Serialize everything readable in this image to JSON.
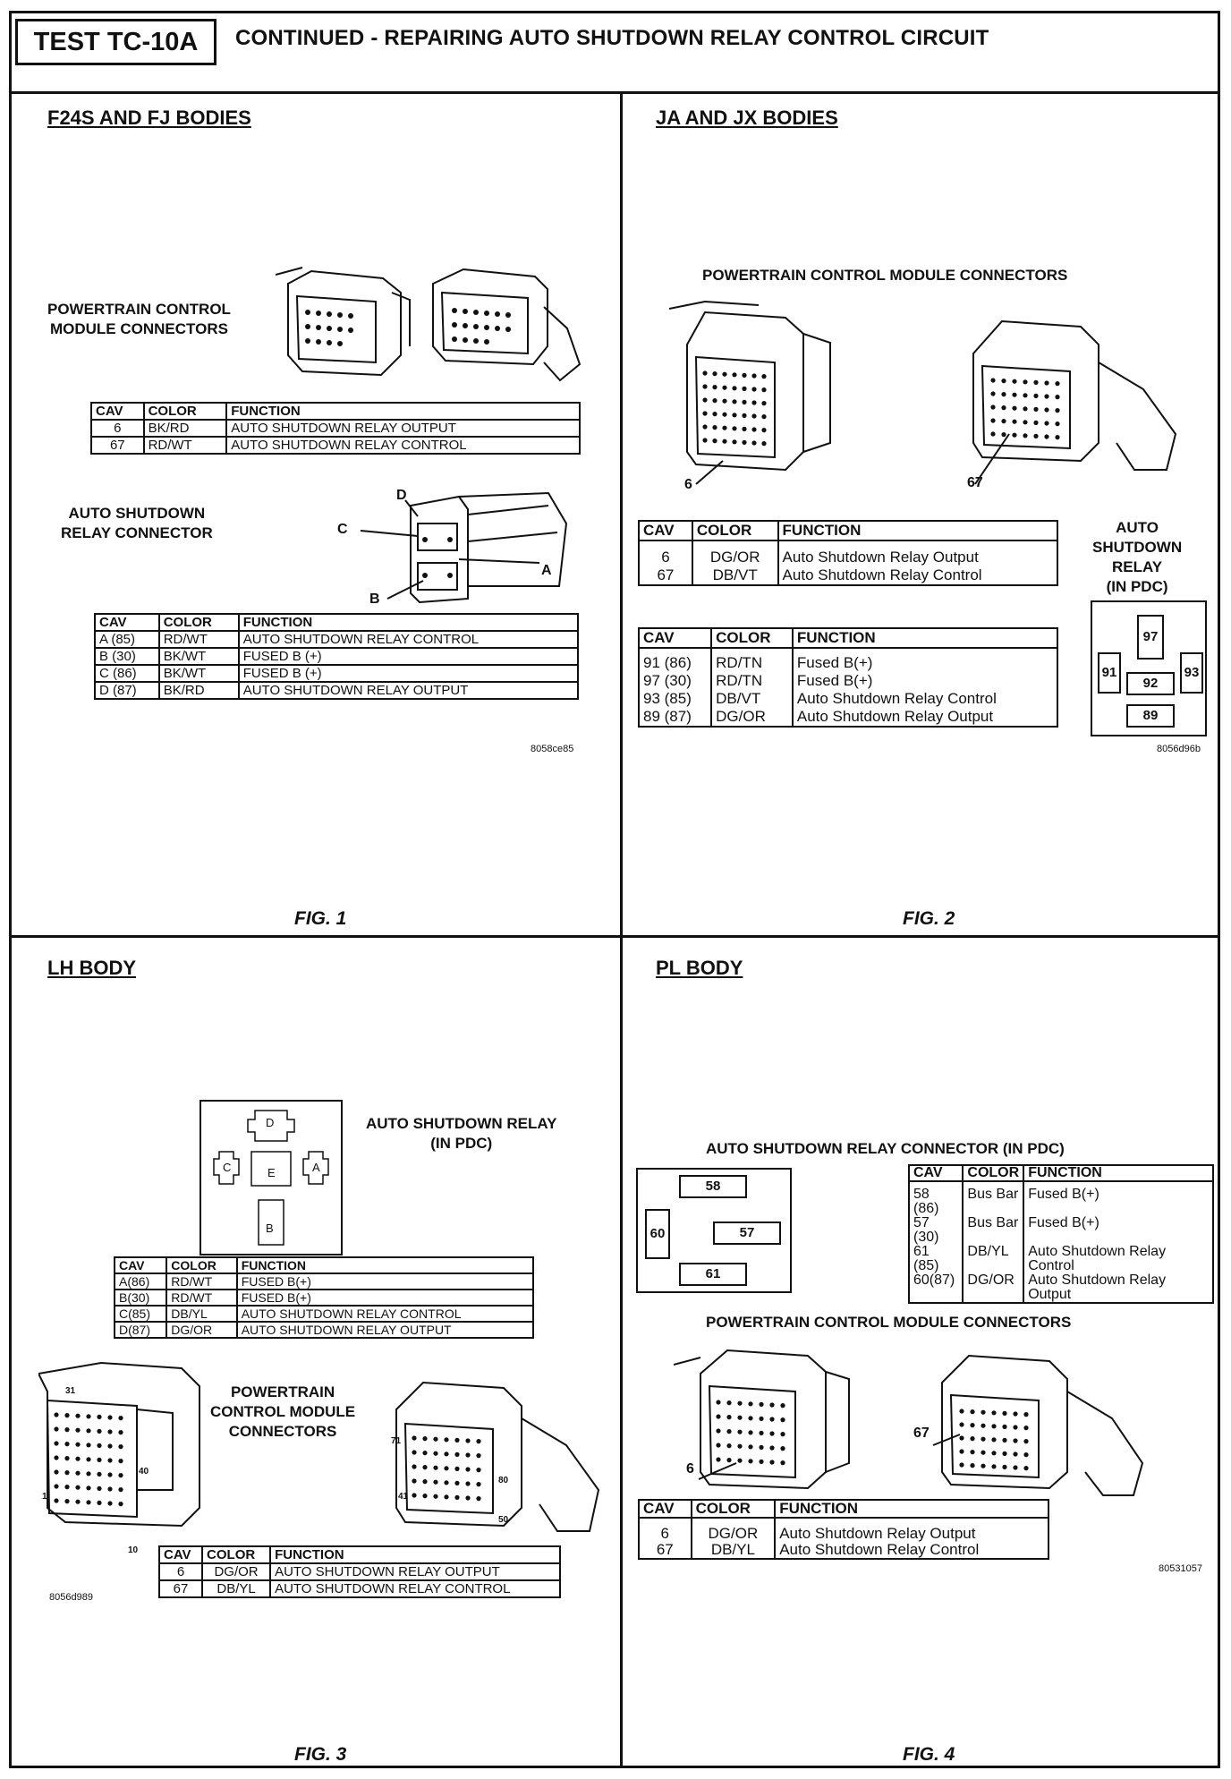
{
  "header": {
    "test_id": "TEST TC-10A",
    "title": "CONTINUED - REPAIRING AUTO SHUTDOWN RELAY CONTROL CIRCUIT"
  },
  "fig1": {
    "section_title": "F24S AND FJ BODIES",
    "pcm_label": "POWERTRAIN CONTROL\nMODULE CONNECTORS",
    "pcm_table": {
      "headers": [
        "CAV",
        "COLOR",
        "FUNCTION"
      ],
      "rows": [
        [
          "6",
          "BK/RD",
          "AUTO SHUTDOWN RELAY OUTPUT"
        ],
        [
          "67",
          "RD/WT",
          "AUTO SHUTDOWN RELAY CONTROL"
        ]
      ]
    },
    "relay_label": "AUTO SHUTDOWN\nRELAY CONNECTOR",
    "relay_letters": [
      "A",
      "B",
      "C",
      "D"
    ],
    "relay_table": {
      "headers": [
        "CAV",
        "COLOR",
        "FUNCTION"
      ],
      "rows": [
        [
          "A (85)",
          "RD/WT",
          "AUTO SHUTDOWN RELAY CONTROL"
        ],
        [
          "B (30)",
          "BK/WT",
          "FUSED B (+)"
        ],
        [
          "C (86)",
          "BK/WT",
          "FUSED B (+)"
        ],
        [
          "D (87)",
          "BK/RD",
          "AUTO SHUTDOWN RELAY OUTPUT"
        ]
      ]
    },
    "image_code": "8058ce85",
    "caption": "FIG. 1"
  },
  "fig2": {
    "section_title": "JA AND JX BODIES",
    "pcm_label": "POWERTRAIN CONTROL MODULE CONNECTORS",
    "pin_callouts": [
      "6",
      "67"
    ],
    "pcm_table": {
      "headers": [
        "CAV",
        "COLOR",
        "FUNCTION"
      ],
      "rows": [
        [
          "6",
          "DG/OR",
          "Auto Shutdown Relay Output"
        ],
        [
          "67",
          "DB/VT",
          "Auto Shutdown Relay Control"
        ]
      ]
    },
    "relay_table": {
      "headers": [
        "CAV",
        "COLOR",
        "FUNCTION"
      ],
      "rows": [
        [
          "91 (86)",
          "RD/TN",
          "Fused B(+)"
        ],
        [
          "97 (30)",
          "RD/TN",
          "Fused B(+)"
        ],
        [
          "93 (85)",
          "DB/VT",
          "Auto Shutdown Relay Control"
        ],
        [
          "89 (87)",
          "DG/OR",
          "Auto Shutdown Relay Output"
        ]
      ]
    },
    "relay_label": "AUTO\nSHUTDOWN\nRELAY\n(IN PDC)",
    "relay_terminals": [
      "97",
      "91",
      "92",
      "93",
      "89"
    ],
    "image_code": "8056d96b",
    "caption": "FIG. 2"
  },
  "fig3": {
    "section_title": "LH BODY",
    "relay_label": "AUTO SHUTDOWN RELAY\n(IN PDC)",
    "relay_letters": [
      "D",
      "C",
      "E",
      "A",
      "B"
    ],
    "relay_table": {
      "headers": [
        "CAV",
        "COLOR",
        "FUNCTION"
      ],
      "rows": [
        [
          "A(86)",
          "RD/WT",
          "FUSED B(+)"
        ],
        [
          "B(30)",
          "RD/WT",
          "FUSED B(+)"
        ],
        [
          "C(85)",
          "DB/YL",
          "AUTO SHUTDOWN RELAY CONTROL"
        ],
        [
          "D(87)",
          "DG/OR",
          "AUTO SHUTDOWN RELAY OUTPUT"
        ]
      ]
    },
    "pcm_label": "POWERTRAIN\nCONTROL MODULE\nCONNECTORS",
    "pin_callouts_left": [
      "31",
      "40",
      "1",
      "10"
    ],
    "pin_callouts_right": [
      "71",
      "80",
      "41",
      "50"
    ],
    "pcm_table": {
      "headers": [
        "CAV",
        "COLOR",
        "FUNCTION"
      ],
      "rows": [
        [
          "6",
          "DG/OR",
          "AUTO SHUTDOWN RELAY OUTPUT"
        ],
        [
          "67",
          "DB/YL",
          "AUTO SHUTDOWN RELAY CONTROL"
        ]
      ]
    },
    "image_code": "8056d989",
    "caption": "FIG. 3"
  },
  "fig4": {
    "section_title": "PL BODY",
    "relay_label": "AUTO SHUTDOWN RELAY CONNECTOR (IN PDC)",
    "relay_terminals": [
      "58",
      "60",
      "57",
      "61"
    ],
    "relay_table": {
      "headers": [
        "CAV",
        "COLOR",
        "FUNCTION"
      ],
      "rows": [
        [
          "58 (86)",
          "Bus Bar",
          "Fused B(+)"
        ],
        [
          "57 (30)",
          "Bus Bar",
          "Fused B(+)"
        ],
        [
          "61 (85)",
          "DB/YL",
          "Auto Shutdown Relay Control"
        ],
        [
          "60(87)",
          "DG/OR",
          "Auto Shutdown Relay Output"
        ]
      ]
    },
    "pcm_label": "POWERTRAIN CONTROL MODULE CONNECTORS",
    "pin_callouts": [
      "6",
      "67"
    ],
    "pcm_table": {
      "headers": [
        "CAV",
        "COLOR",
        "FUNCTION"
      ],
      "rows": [
        [
          "6",
          "DG/OR",
          "Auto Shutdown Relay Output"
        ],
        [
          "67",
          "DB/YL",
          "Auto Shutdown Relay Control"
        ]
      ]
    },
    "image_code": "80531057",
    "caption": "FIG. 4"
  }
}
